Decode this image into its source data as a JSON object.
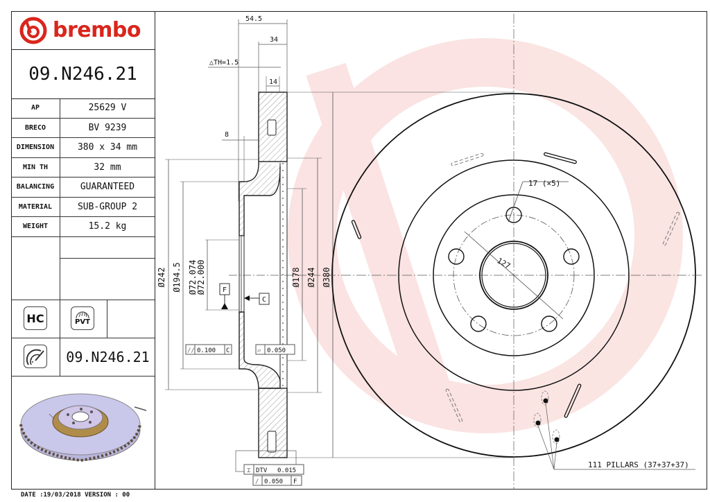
{
  "brand": {
    "name": "brembo",
    "color": "#d9261c"
  },
  "part_number": "09.N246.21",
  "specs": [
    {
      "key": "AP",
      "value": "25629 V"
    },
    {
      "key": "BRECO",
      "value": "BV 9239"
    },
    {
      "key": "DIMENSION",
      "value": "380 x 34 mm"
    },
    {
      "key": "MIN TH",
      "value": "32 mm"
    },
    {
      "key": "BALANCING",
      "value": "GUARANTEED"
    },
    {
      "key": "MATERIAL",
      "value": "SUB-GROUP 2"
    },
    {
      "key": "WEIGHT",
      "value": "15.2 kg"
    }
  ],
  "badges": {
    "hc": "HC",
    "pvt": "PVT"
  },
  "part_number_repeat": "09.N246.21",
  "footer": {
    "date": "DATE :19/03/2018 VERSION : 00"
  },
  "section_view": {
    "dim_overall_width": "54.5",
    "dim_thickness": "34",
    "delta_th": "△TH=1.5",
    "dim_vane": "14",
    "dim_offset": "8",
    "diameters": [
      "Ø242",
      "Ø194.5",
      "Ø72.074",
      "Ø72.000",
      "Ø178",
      "Ø244",
      "Ø380"
    ],
    "datum_f": "F",
    "datum_c": "C",
    "parallelism": {
      "symbol": "//",
      "value": "0.100",
      "datum": "C"
    },
    "flatness": {
      "symbol": "▱",
      "value": "0.050"
    },
    "dtv": {
      "label": "DTV",
      "value": "0.015"
    },
    "runout": {
      "symbol": "↗",
      "value": "0.050",
      "datum": "F"
    }
  },
  "front_view": {
    "bolt_hole_label": "17 (×5)",
    "pcd_label": "127",
    "pillars_label": "111 PILLARS (37+37+37)"
  }
}
